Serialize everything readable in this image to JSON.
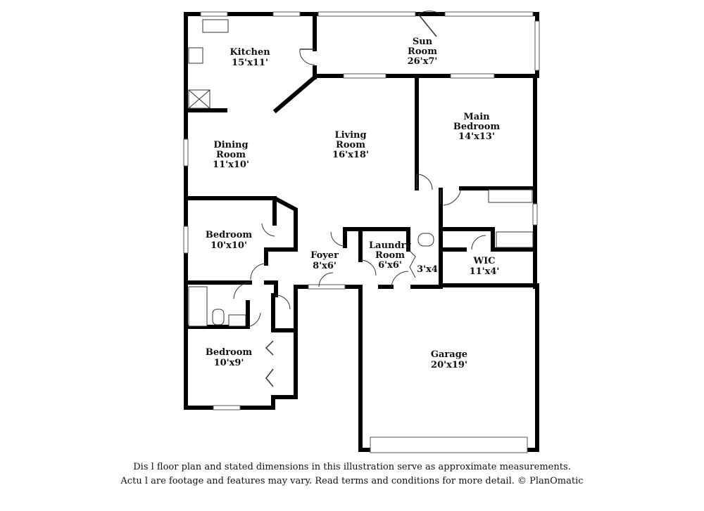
{
  "rooms": [
    {
      "id": "kitchen",
      "name_lines": [
        "Kitchen"
      ],
      "dim": "15'x11'"
    },
    {
      "id": "sun-room",
      "name_lines": [
        "Sun",
        "Room"
      ],
      "dim": "26'x7'"
    },
    {
      "id": "main-bedroom",
      "name_lines": [
        "Main",
        "Bedroom"
      ],
      "dim": "14'x13'"
    },
    {
      "id": "dining-room",
      "name_lines": [
        "Dining",
        "Room"
      ],
      "dim": "11'x10'"
    },
    {
      "id": "living-room",
      "name_lines": [
        "Living",
        "Room"
      ],
      "dim": "16'x18'"
    },
    {
      "id": "bedroom-1",
      "name_lines": [
        "Bedroom"
      ],
      "dim": "10'x10'"
    },
    {
      "id": "foyer",
      "name_lines": [
        "Foyer"
      ],
      "dim": "8'x6'"
    },
    {
      "id": "laundry-room",
      "name_lines": [
        "Laundry",
        "Room"
      ],
      "dim": "6'x6'"
    },
    {
      "id": "closet",
      "name_lines": [],
      "dim": "3'x4'"
    },
    {
      "id": "wic",
      "name_lines": [
        "WIC"
      ],
      "dim": "11'x4'"
    },
    {
      "id": "bedroom-2",
      "name_lines": [
        "Bedroom"
      ],
      "dim": "10'x9'"
    },
    {
      "id": "garage",
      "name_lines": [
        "Garage"
      ],
      "dim": "20'x19'"
    }
  ],
  "disclaimer": {
    "line1": "Dis    l   floor plan and stated dimensions in this illustration serve as approximate measurements.",
    "line2": "Actu  l   are footage and features may vary. Read terms and conditions for more detail. © PlanOmatic"
  }
}
